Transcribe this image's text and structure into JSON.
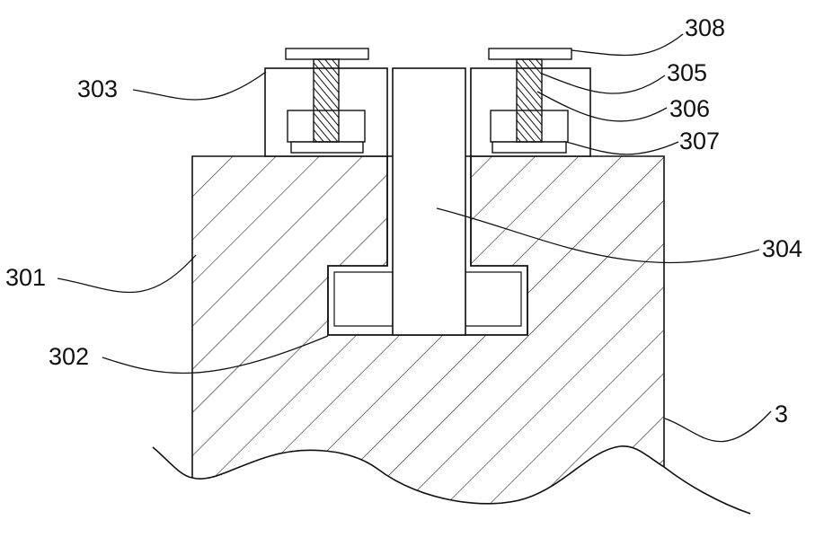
{
  "labels": {
    "l308": "308",
    "l305": "305",
    "l306": "306",
    "l307": "307",
    "l303": "303",
    "l304": "304",
    "l301": "301",
    "l302": "302",
    "l3": "3"
  }
}
